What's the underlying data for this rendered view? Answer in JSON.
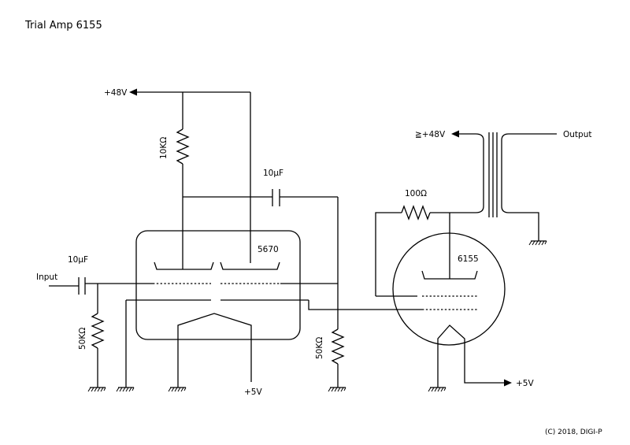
{
  "title": "Trial Amp 6155",
  "copyright": "(C) 2018, DIGI-P",
  "labels": {
    "input": "Input",
    "output": "Output",
    "supply_48v": "+48V",
    "supply_48v_out": "≧+48V",
    "supply_5v_left": "+5V",
    "supply_5v_right": "+5V",
    "r_plate": "10KΩ",
    "r_grid_in": "50KΩ",
    "r_grid_out": "50KΩ",
    "r_screen": "100Ω",
    "c_in": "10μF",
    "c_couple": "10μF",
    "tube_pre": "5670",
    "tube_out": "6155"
  }
}
